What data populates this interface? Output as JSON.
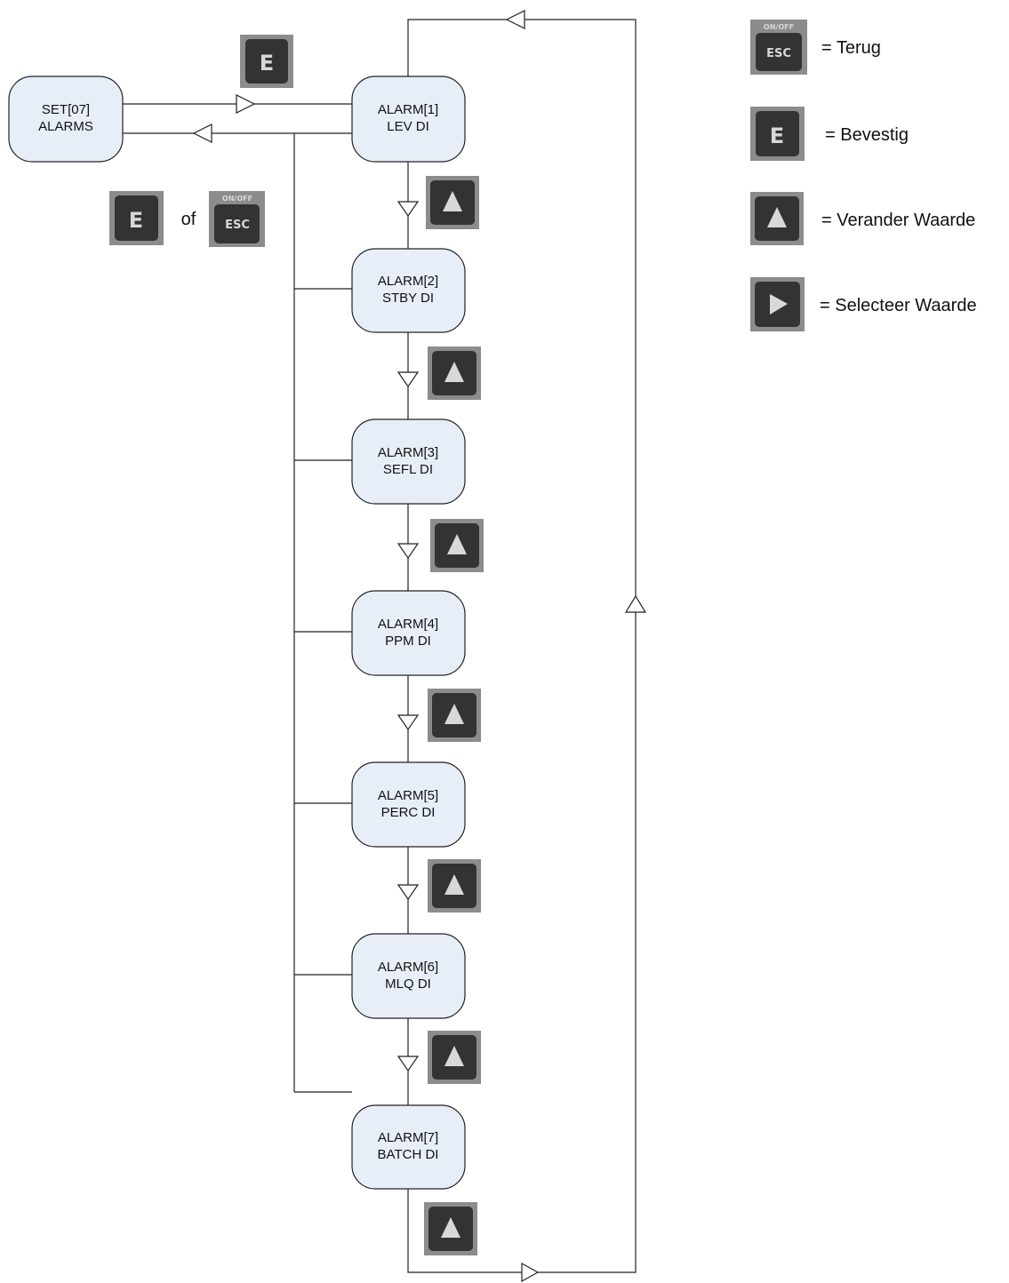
{
  "start_node": {
    "line1": "SET[07]",
    "line2": "ALARMS"
  },
  "alarms": [
    {
      "line1": "ALARM[1]",
      "line2": "LEV DI"
    },
    {
      "line1": "ALARM[2]",
      "line2": "STBY DI"
    },
    {
      "line1": "ALARM[3]",
      "line2": "SEFL DI"
    },
    {
      "line1": "ALARM[4]",
      "line2": "PPM DI"
    },
    {
      "line1": "ALARM[5]",
      "line2": "PERC DI"
    },
    {
      "line1": "ALARM[6]",
      "line2": "MLQ DI"
    },
    {
      "line1": "ALARM[7]",
      "line2": "BATCH DI"
    }
  ],
  "keys": {
    "e_letter": "E",
    "esc_top": "ON/OFF",
    "esc_label": "ESC"
  },
  "exit_hint": {
    "connector": "of"
  },
  "legend": [
    {
      "key": "esc-key",
      "text": "= Terug"
    },
    {
      "key": "e-key",
      "text": "= Bevestig"
    },
    {
      "key": "up-key",
      "text": "= Verander Waarde"
    },
    {
      "key": "right-key",
      "text": "= Selecteer Waarde"
    }
  ],
  "colors": {
    "node_fill": "#e8eef8",
    "node_stroke": "#222222",
    "key_bg": "#8c8c8c",
    "key_face": "#333333",
    "key_symbol": "#d8d8d8"
  }
}
